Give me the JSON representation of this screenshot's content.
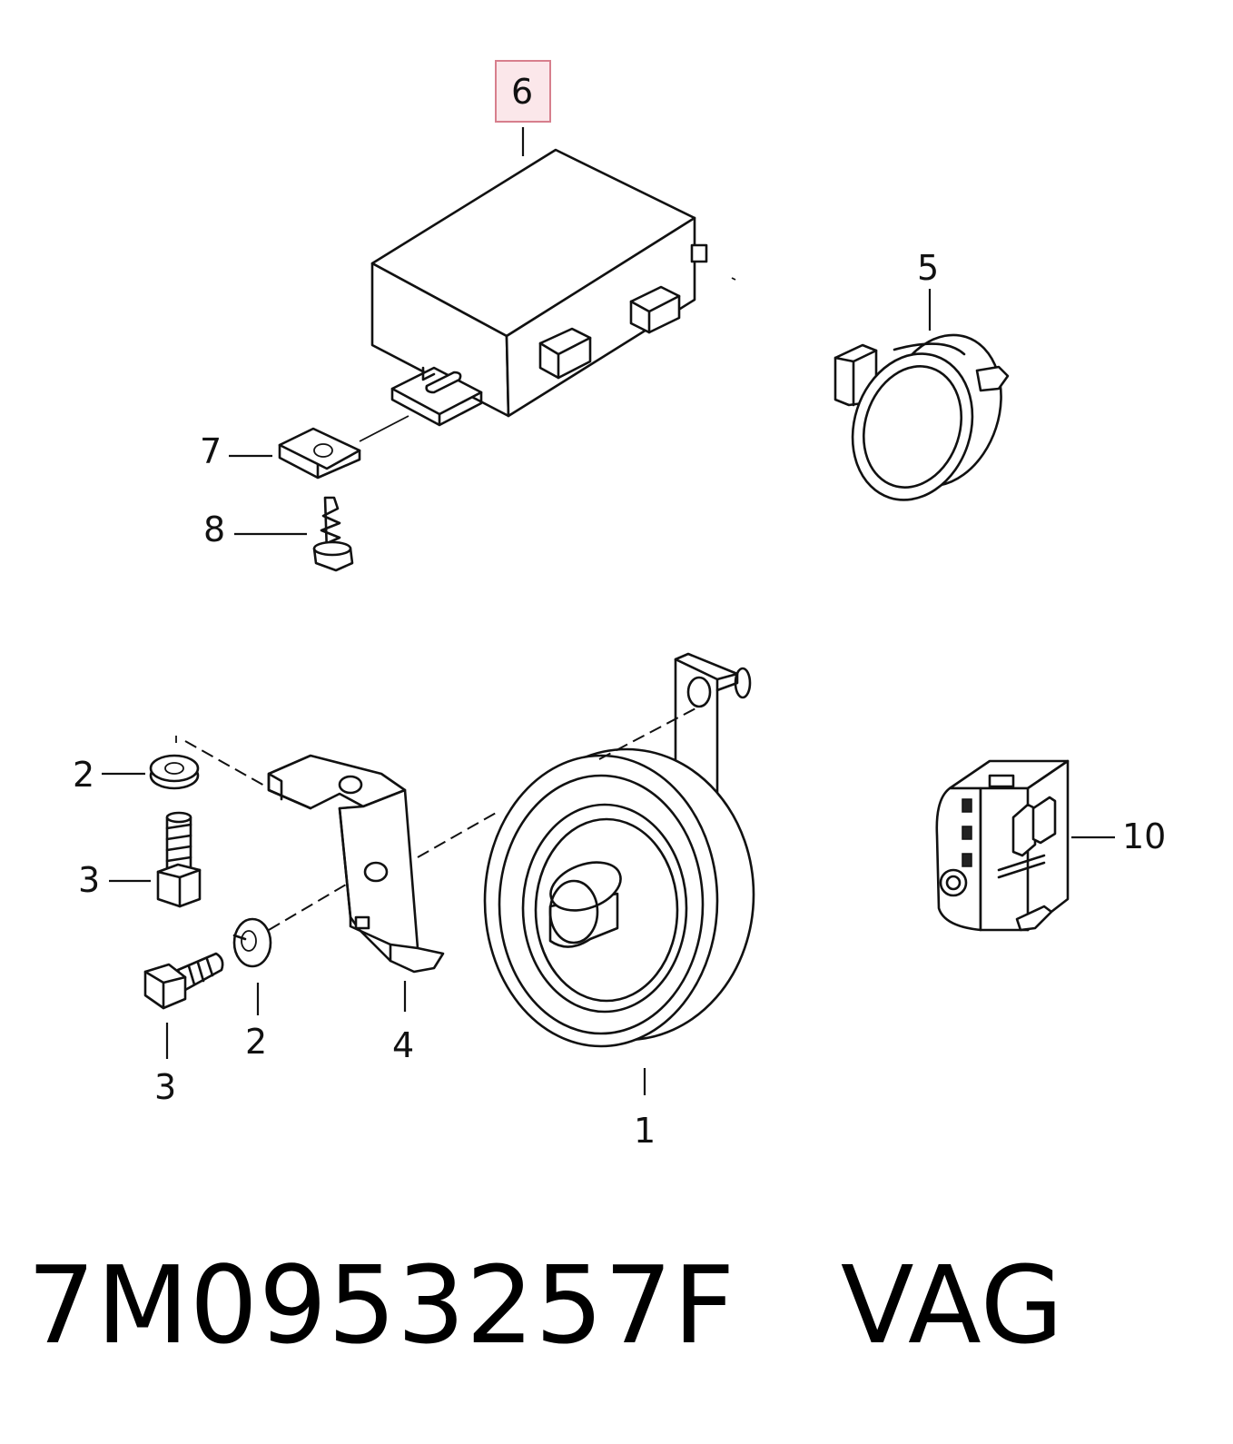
{
  "callouts": {
    "c1": "1",
    "c2a": "2",
    "c2b": "2",
    "c3a": "3",
    "c3b": "3",
    "c4": "4",
    "c5": "5",
    "c6": "6",
    "c7": "7",
    "c8": "8",
    "c10": "10"
  },
  "highlighted_callout": "6",
  "caption": {
    "part_number": "7M0953257F",
    "brand": "VAG"
  },
  "colors": {
    "line": "#111111",
    "highlight_fill": "#fbe7ea",
    "highlight_border": "#d77f8d"
  }
}
